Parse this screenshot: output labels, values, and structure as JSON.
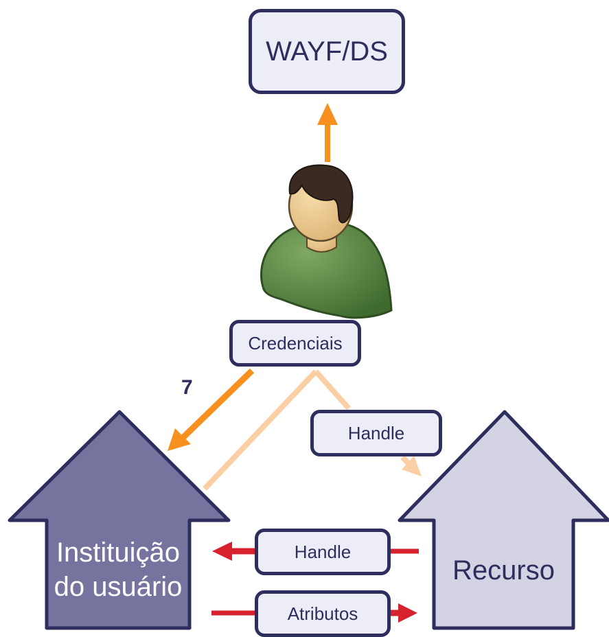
{
  "nodes": {
    "wayf": {
      "label": "WAYF/DS"
    },
    "credentials": {
      "label": "Credenciais"
    },
    "handle_top": {
      "label": "Handle"
    },
    "handle_bottom": {
      "label": "Handle"
    },
    "attributes": {
      "label": "Atributos"
    },
    "institution": {
      "line1": "Instituição",
      "line2": "do usuário"
    },
    "resource": {
      "label": "Recurso"
    }
  },
  "step_number": "7",
  "colors": {
    "dark_navy": "#2e2e5e",
    "box_fill": "#ecedf6",
    "institution_fill": "#77739f",
    "resource_fill": "#d4d3e4",
    "orange_arrow": "#f7901e",
    "light_orange_arrow": "#fbcfa3",
    "red_arrow": "#d7212e",
    "user_shirt": "#4e7a3a",
    "user_skin": "#eccb8a",
    "user_hair": "#3a2a22"
  },
  "icons": [
    "user-icon"
  ]
}
